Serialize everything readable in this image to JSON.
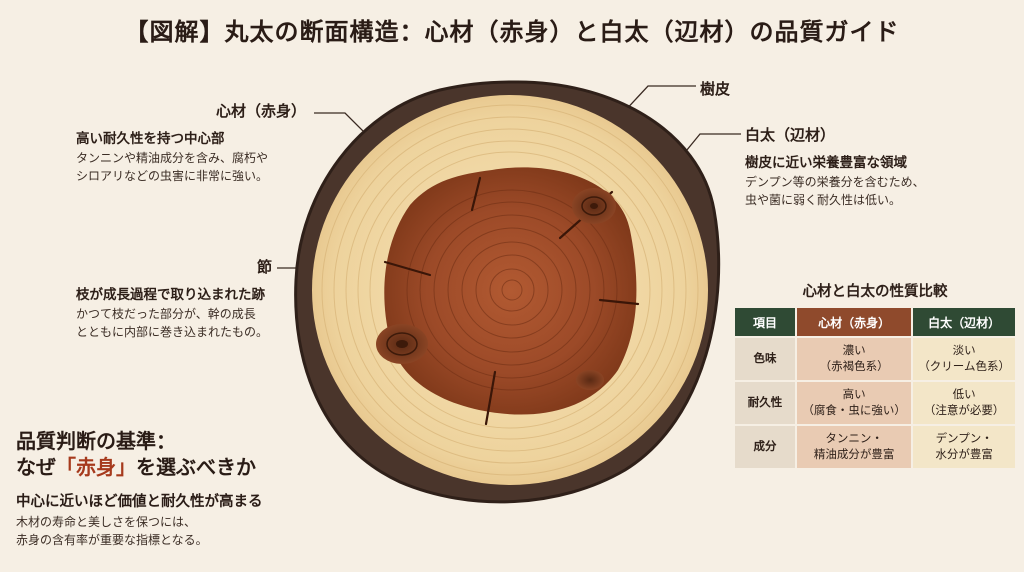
{
  "title": "【図解】丸太の断面構造：心材（赤身）と白太（辺材）の品質ガイド",
  "labels": {
    "heartwood": {
      "heading": "心材（赤身）",
      "subheading": "高い耐久性を持つ中心部",
      "desc": [
        "タンニンや精油成分を含み、腐朽や",
        "シロアリなどの虫害に非常に強い。"
      ]
    },
    "bark": {
      "heading": "樹皮"
    },
    "sapwood": {
      "heading": "白太（辺材）",
      "subheading": "樹皮に近い栄養豊富な領域",
      "desc": [
        "デンプン等の栄養分を含むため、",
        "虫や菌に弱く耐久性は低い。"
      ]
    },
    "knot": {
      "heading": "節",
      "subheading": "枝が成長過程で取り込まれた跡",
      "desc": [
        "かつて枝だった部分が、幹の成長",
        "とともに内部に巻き込まれたもの。"
      ]
    }
  },
  "criteria": {
    "title_line1": "品質判断の基準：",
    "title_line2_pre": "なぜ",
    "title_line2_highlight": "「赤身」",
    "title_line2_post": "を選ぶべきか",
    "subheading": "中心に近いほど価値と耐久性が高まる",
    "desc": [
      "木材の寿命と美しさを保つには、",
      "赤身の含有率が重要な指標となる。"
    ]
  },
  "comparison": {
    "title": "心材と白太の性質比較",
    "headers": [
      "項目",
      "心材（赤身）",
      "白太（辺材）"
    ],
    "rows": [
      {
        "item": "色味",
        "heart": [
          "濃い",
          "（赤褐色系）"
        ],
        "sap": [
          "淡い",
          "（クリーム色系）"
        ]
      },
      {
        "item": "耐久性",
        "heart": [
          "高い",
          "（腐食・虫に強い）"
        ],
        "sap": [
          "低い",
          "（注意が必要）"
        ]
      },
      {
        "item": "成分",
        "heart": [
          "タンニン・",
          "精油成分が豊富"
        ],
        "sap": [
          "デンプン・",
          "水分が豊富"
        ]
      }
    ]
  },
  "colors": {
    "bark": "#4a352b",
    "sapwood": "#f0d9a8",
    "heartwood": "#9c4a28",
    "header_green": "#2f4a34",
    "header_brown": "#8f4a2c",
    "highlight": "#a63a1d"
  }
}
